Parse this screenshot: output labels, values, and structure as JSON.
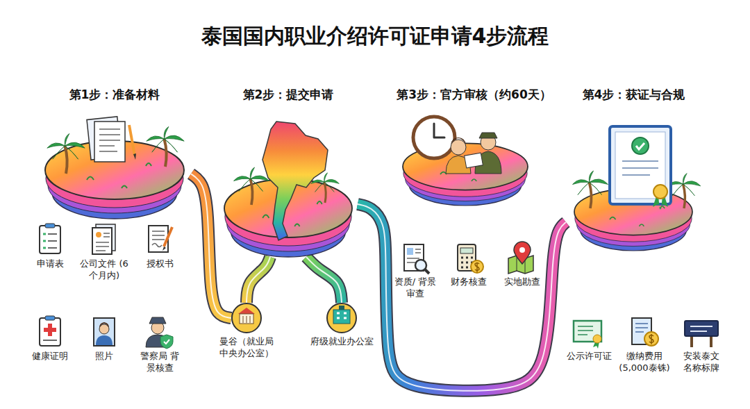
{
  "diagram": {
    "title": "泰国国内职业介绍许可证申请4步流程",
    "nodes": [
      {
        "text": [
          "第1步：准备材料"
        ]
      },
      {
        "text": [
          "第2步：提交申请"
        ]
      },
      {
        "text": [
          "曼谷（就业局 中央办公室）"
        ]
      },
      {
        "text": [
          "府级就业办公室"
        ]
      },
      {
        "text": [
          "第3步：官方审核（约60天）"
        ]
      },
      {
        "text": [
          "第4步：获证与合规"
        ]
      }
    ],
    "edges": [
      {
        "from": 0,
        "to": 2,
        "arrow": "none"
      },
      {
        "from": 2,
        "to": 1,
        "arrow": "none"
      },
      {
        "from": 1,
        "to": 3,
        "arrow": "none"
      },
      {
        "from": 1,
        "to": 5,
        "arrow": "none"
      }
    ],
    "labels": [
      "申请表",
      "公司文件 (6个月内)",
      "授权书",
      "健康证明",
      "照片",
      "警察局 背景核查",
      "资质/ 背景审查",
      "财务核查",
      "实地勘查",
      "公示许可证",
      "缴纳费用 (5,000泰铢)",
      "安装泰文 名称标牌"
    ]
  }
}
